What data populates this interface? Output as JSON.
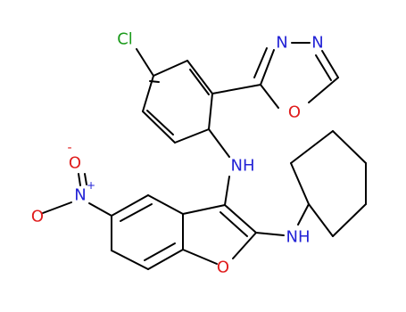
{
  "structure": {
    "atoms": {
      "chlorine": {
        "label": "Cl",
        "color": "#1a9a1a"
      },
      "oxadiazole_n1": {
        "label": "N",
        "color": "#2323d6"
      },
      "oxadiazole_n2": {
        "label": "N",
        "color": "#2323d6"
      },
      "oxadiazole_o": {
        "label": "O",
        "color": "#e01b1b"
      },
      "amine_nh_upper": {
        "label": "NH",
        "color": "#2323d6"
      },
      "amine_nh_lower": {
        "label": "NH",
        "color": "#2323d6"
      },
      "nitro_n": {
        "label": "N",
        "color": "#2323d6"
      },
      "nitro_n_charge": {
        "label": "+",
        "color": "#2323d6"
      },
      "nitro_o_top": {
        "label": "O",
        "color": "#e01b1b"
      },
      "nitro_o_top_charge": {
        "label": "-",
        "color": "#e01b1b"
      },
      "nitro_o_left": {
        "label": "O",
        "color": "#e01b1b"
      },
      "furan_o": {
        "label": "O",
        "color": "#e01b1b"
      }
    }
  }
}
